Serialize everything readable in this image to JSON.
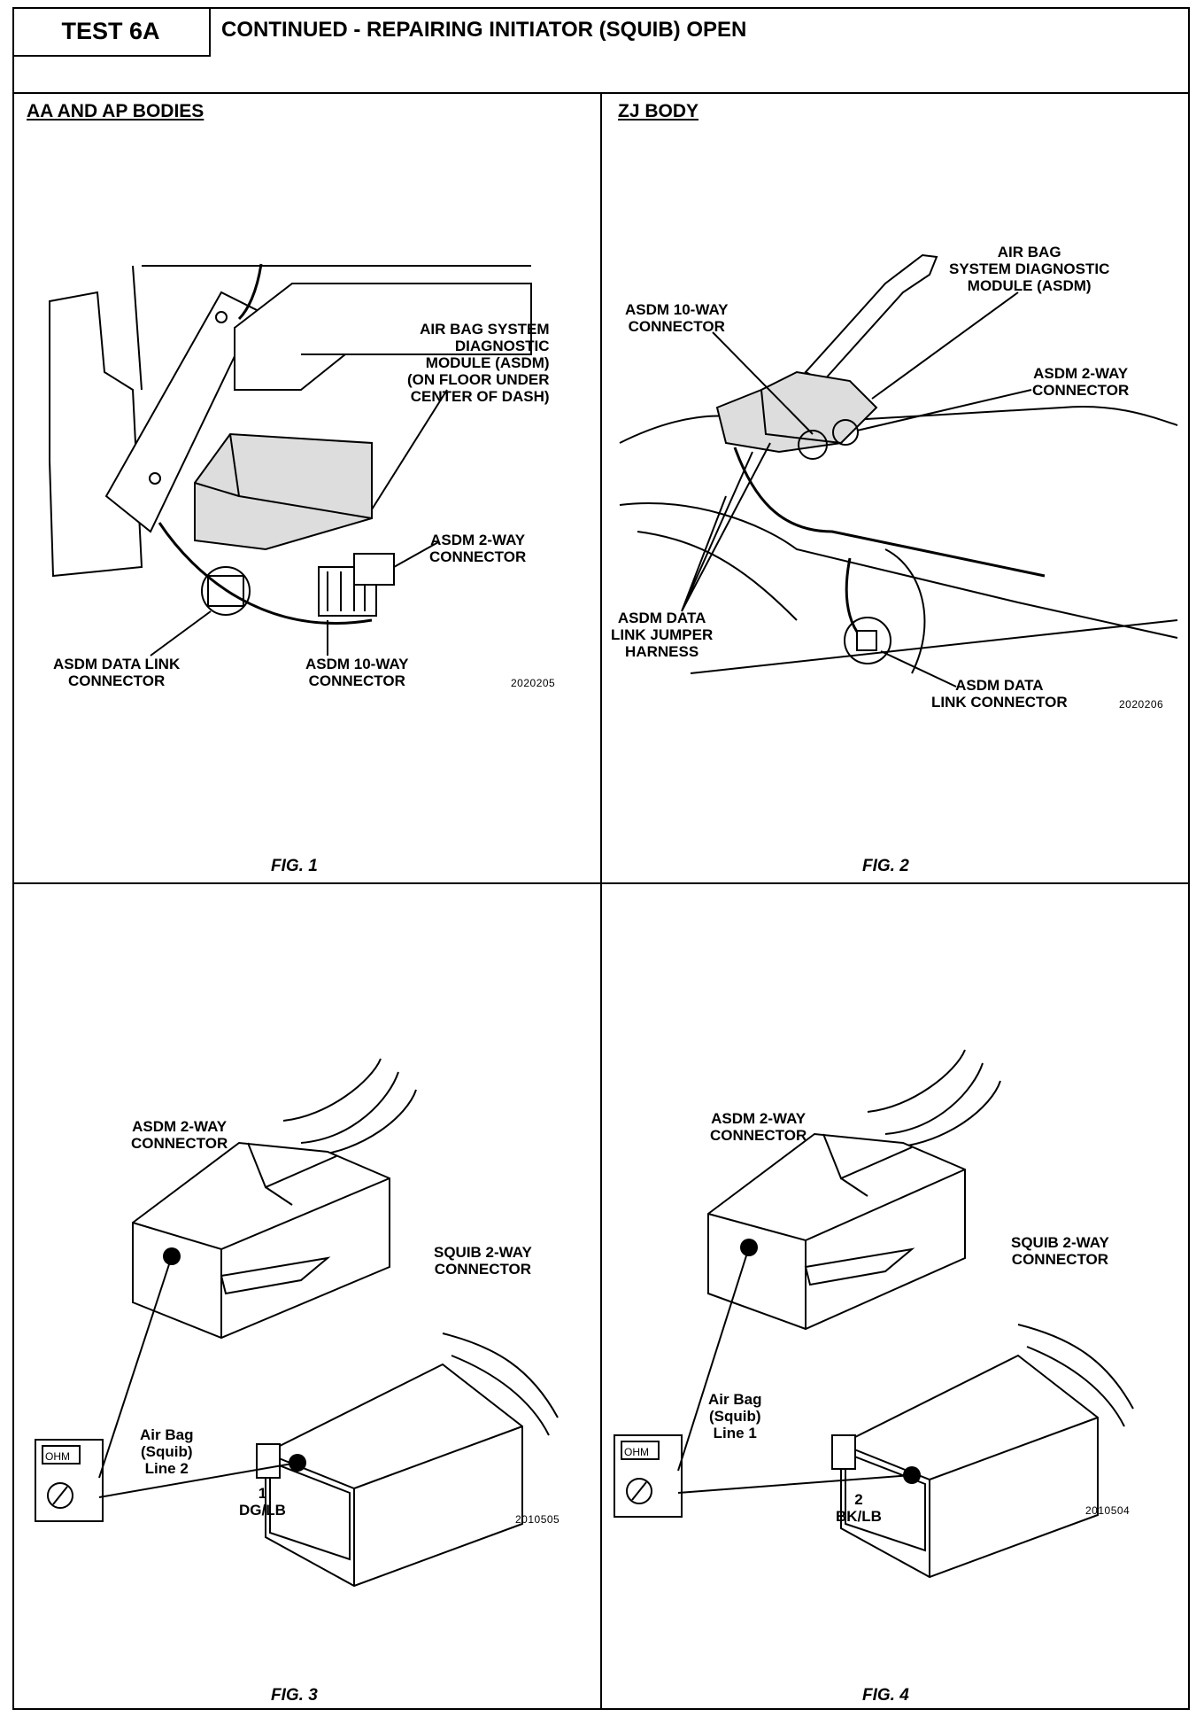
{
  "header": {
    "test_label": "TEST 6A",
    "title": "CONTINUED -  REPAIRING INITIATOR (SQUIB) OPEN"
  },
  "panels": {
    "fig1": {
      "section_title": "AA AND AP BODIES",
      "labels": {
        "asdm_module": "AIR BAG SYSTEM\nDIAGNOSTIC\nMODULE (ASDM)\n(ON FLOOR UNDER\nCENTER OF DASH)",
        "asdm_2way": "ASDM 2-WAY\nCONNECTOR",
        "data_link": "ASDM DATA LINK\nCONNECTOR",
        "asdm_10way": "ASDM 10-WAY\nCONNECTOR"
      },
      "code": "2020205",
      "caption": "FIG. 1"
    },
    "fig2": {
      "section_title": "ZJ BODY",
      "labels": {
        "asdm_module": "AIR BAG\nSYSTEM DIAGNOSTIC\nMODULE (ASDM)",
        "asdm_10way": "ASDM 10-WAY\nCONNECTOR",
        "asdm_2way": "ASDM 2-WAY\nCONNECTOR",
        "jumper": "ASDM DATA\nLINK JUMPER\nHARNESS",
        "data_link": "ASDM DATA\nLINK CONNECTOR"
      },
      "code": "2020206",
      "caption": "FIG. 2"
    },
    "fig3": {
      "labels": {
        "asdm_2way": "ASDM 2-WAY\nCONNECTOR",
        "squib_2way": "SQUIB 2-WAY\nCONNECTOR",
        "line": "Air Bag\n(Squib)\nLine 2",
        "pin": "1\nDG/LB"
      },
      "meter": "OHM",
      "code": "2010505",
      "caption": "FIG. 3"
    },
    "fig4": {
      "labels": {
        "asdm_2way": "ASDM 2-WAY\nCONNECTOR",
        "squib_2way": "SQUIB 2-WAY\nCONNECTOR",
        "line": "Air Bag\n(Squib)\nLine 1",
        "pin": "2\nBK/LB"
      },
      "meter": "OHM",
      "code": "2010504",
      "caption": "FIG. 4"
    }
  }
}
